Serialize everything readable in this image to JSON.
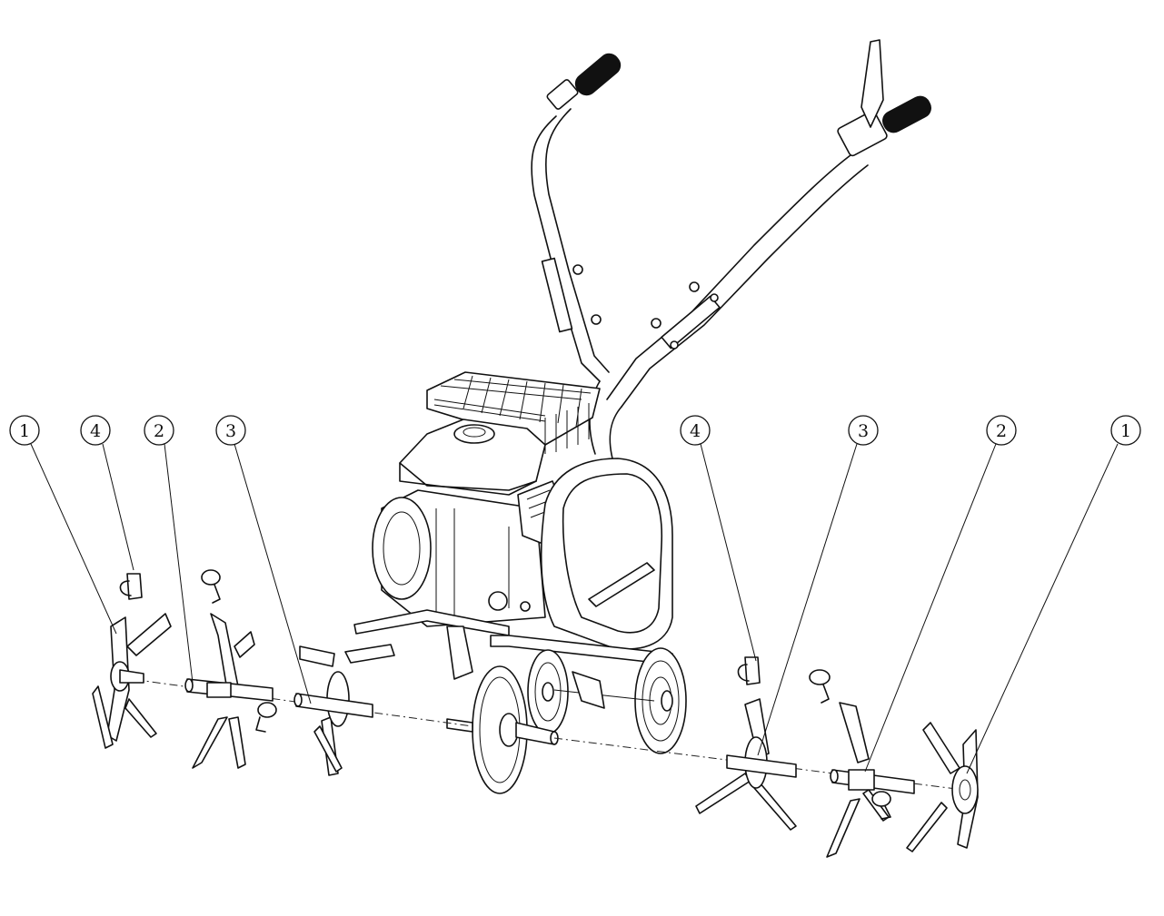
{
  "callouts": [
    {
      "id": "c1",
      "label": "1"
    },
    {
      "id": "c2",
      "label": "4"
    },
    {
      "id": "c3",
      "label": "2"
    },
    {
      "id": "c4",
      "label": "3"
    },
    {
      "id": "c5",
      "label": "4"
    },
    {
      "id": "c6",
      "label": "3"
    },
    {
      "id": "c7",
      "label": "2"
    },
    {
      "id": "c8",
      "label": "1"
    }
  ],
  "colors": {
    "line": "#111111",
    "background": "#ffffff"
  }
}
